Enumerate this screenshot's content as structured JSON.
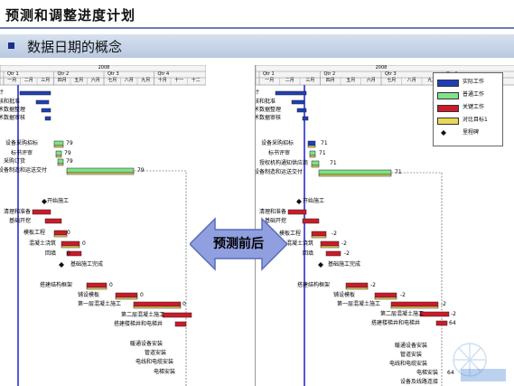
{
  "slide": {
    "title": "预测和调整进度计划",
    "subtitle": "数据日期的概念",
    "arrow_label": "预测前后"
  },
  "colors": {
    "accent": "#1a2f8a",
    "actual": "#1f3fb8",
    "normal": "#7ee28a",
    "critical": "#cc1a2a",
    "baseline": "#e7d75a",
    "data_date_line": "#2a2fcf",
    "arrow_fill": "#8f9fdf"
  },
  "header": {
    "year": "2008",
    "quarters": [
      "Qtr 1",
      "Qtr 2",
      "Qtr 3",
      "Qtr 4"
    ],
    "months": [
      "一月",
      "二月",
      "三月",
      "四月",
      "五月",
      "六月",
      "七月",
      "八月",
      "九月",
      "十月",
      "十一",
      "十二"
    ]
  },
  "left_chart": {
    "tasks": [
      {
        "label": "计"
      },
      {
        "label": "核和批准"
      },
      {
        "label": "术数据整理"
      },
      {
        "label": "术数据审核"
      },
      {
        "label": "设备采购招标",
        "value": "79"
      },
      {
        "label": "标书评审",
        "value": "79"
      },
      {
        "label": "采购订货",
        "value": "79"
      },
      {
        "label": "设备制造和运送交付",
        "value": "79"
      },
      {
        "label": "开始施工"
      },
      {
        "label": "清理和准备"
      },
      {
        "label": "基础开挖"
      },
      {
        "label": "模板工程",
        "value": "0"
      },
      {
        "label": "混凝土浇筑",
        "value": "0"
      },
      {
        "label": "回填",
        "value": "0"
      },
      {
        "label": "基础施工完成"
      },
      {
        "label": "搭建结构框架",
        "value": "0"
      },
      {
        "label": "铺设模板",
        "value": "0"
      },
      {
        "label": "第一层混凝土施工",
        "value": "0"
      },
      {
        "label": "第二层混凝土施工"
      },
      {
        "label": "搭建楼梯井和电梯井"
      },
      {
        "label": "暖通设备安装"
      },
      {
        "label": "管道安装"
      },
      {
        "label": "电线和电缆安装"
      },
      {
        "label": "电梯安装"
      }
    ]
  },
  "right_chart": {
    "legend": [
      {
        "label": "实际工作",
        "key": "actual"
      },
      {
        "label": "普通工作",
        "key": "normal"
      },
      {
        "label": "关键工作",
        "key": "critical"
      },
      {
        "label": "对比目标1",
        "key": "baseline"
      },
      {
        "label": "里程碑",
        "key": "milestone"
      }
    ],
    "tasks": [
      {
        "label": "计"
      },
      {
        "label": "核和批准"
      },
      {
        "label": "术数据整理"
      },
      {
        "label": "术数据审核"
      },
      {
        "label": "设备采购招标",
        "value": "71"
      },
      {
        "label": "标书评审",
        "value": "71"
      },
      {
        "label": "授权机构通知供应商",
        "value": "71"
      },
      {
        "label": "设备制造和运送交付",
        "value": "71"
      },
      {
        "label": "开始施工"
      },
      {
        "label": "清理和准备"
      },
      {
        "label": "基础开挖"
      },
      {
        "label": "模板工程",
        "value": "-2"
      },
      {
        "label": "混凝土浇筑",
        "value": "-2"
      },
      {
        "label": "回填",
        "value": "-2"
      },
      {
        "label": "基础施工完成"
      },
      {
        "label": "搭建结构框架",
        "value": "-2"
      },
      {
        "label": "铺设模板",
        "value": "-2"
      },
      {
        "label": "第一层混凝土施工",
        "value": "-2"
      },
      {
        "label": "第二层混凝土施工",
        "value": "-2"
      },
      {
        "label": "搭建楼梯井和电梯井",
        "value": "64"
      },
      {
        "label": "暖通设备安装"
      },
      {
        "label": "管道安装"
      },
      {
        "label": "电线和电缆安装"
      },
      {
        "label": "电梯安装",
        "value": "64"
      },
      {
        "label": "设备及线路连接"
      }
    ]
  }
}
